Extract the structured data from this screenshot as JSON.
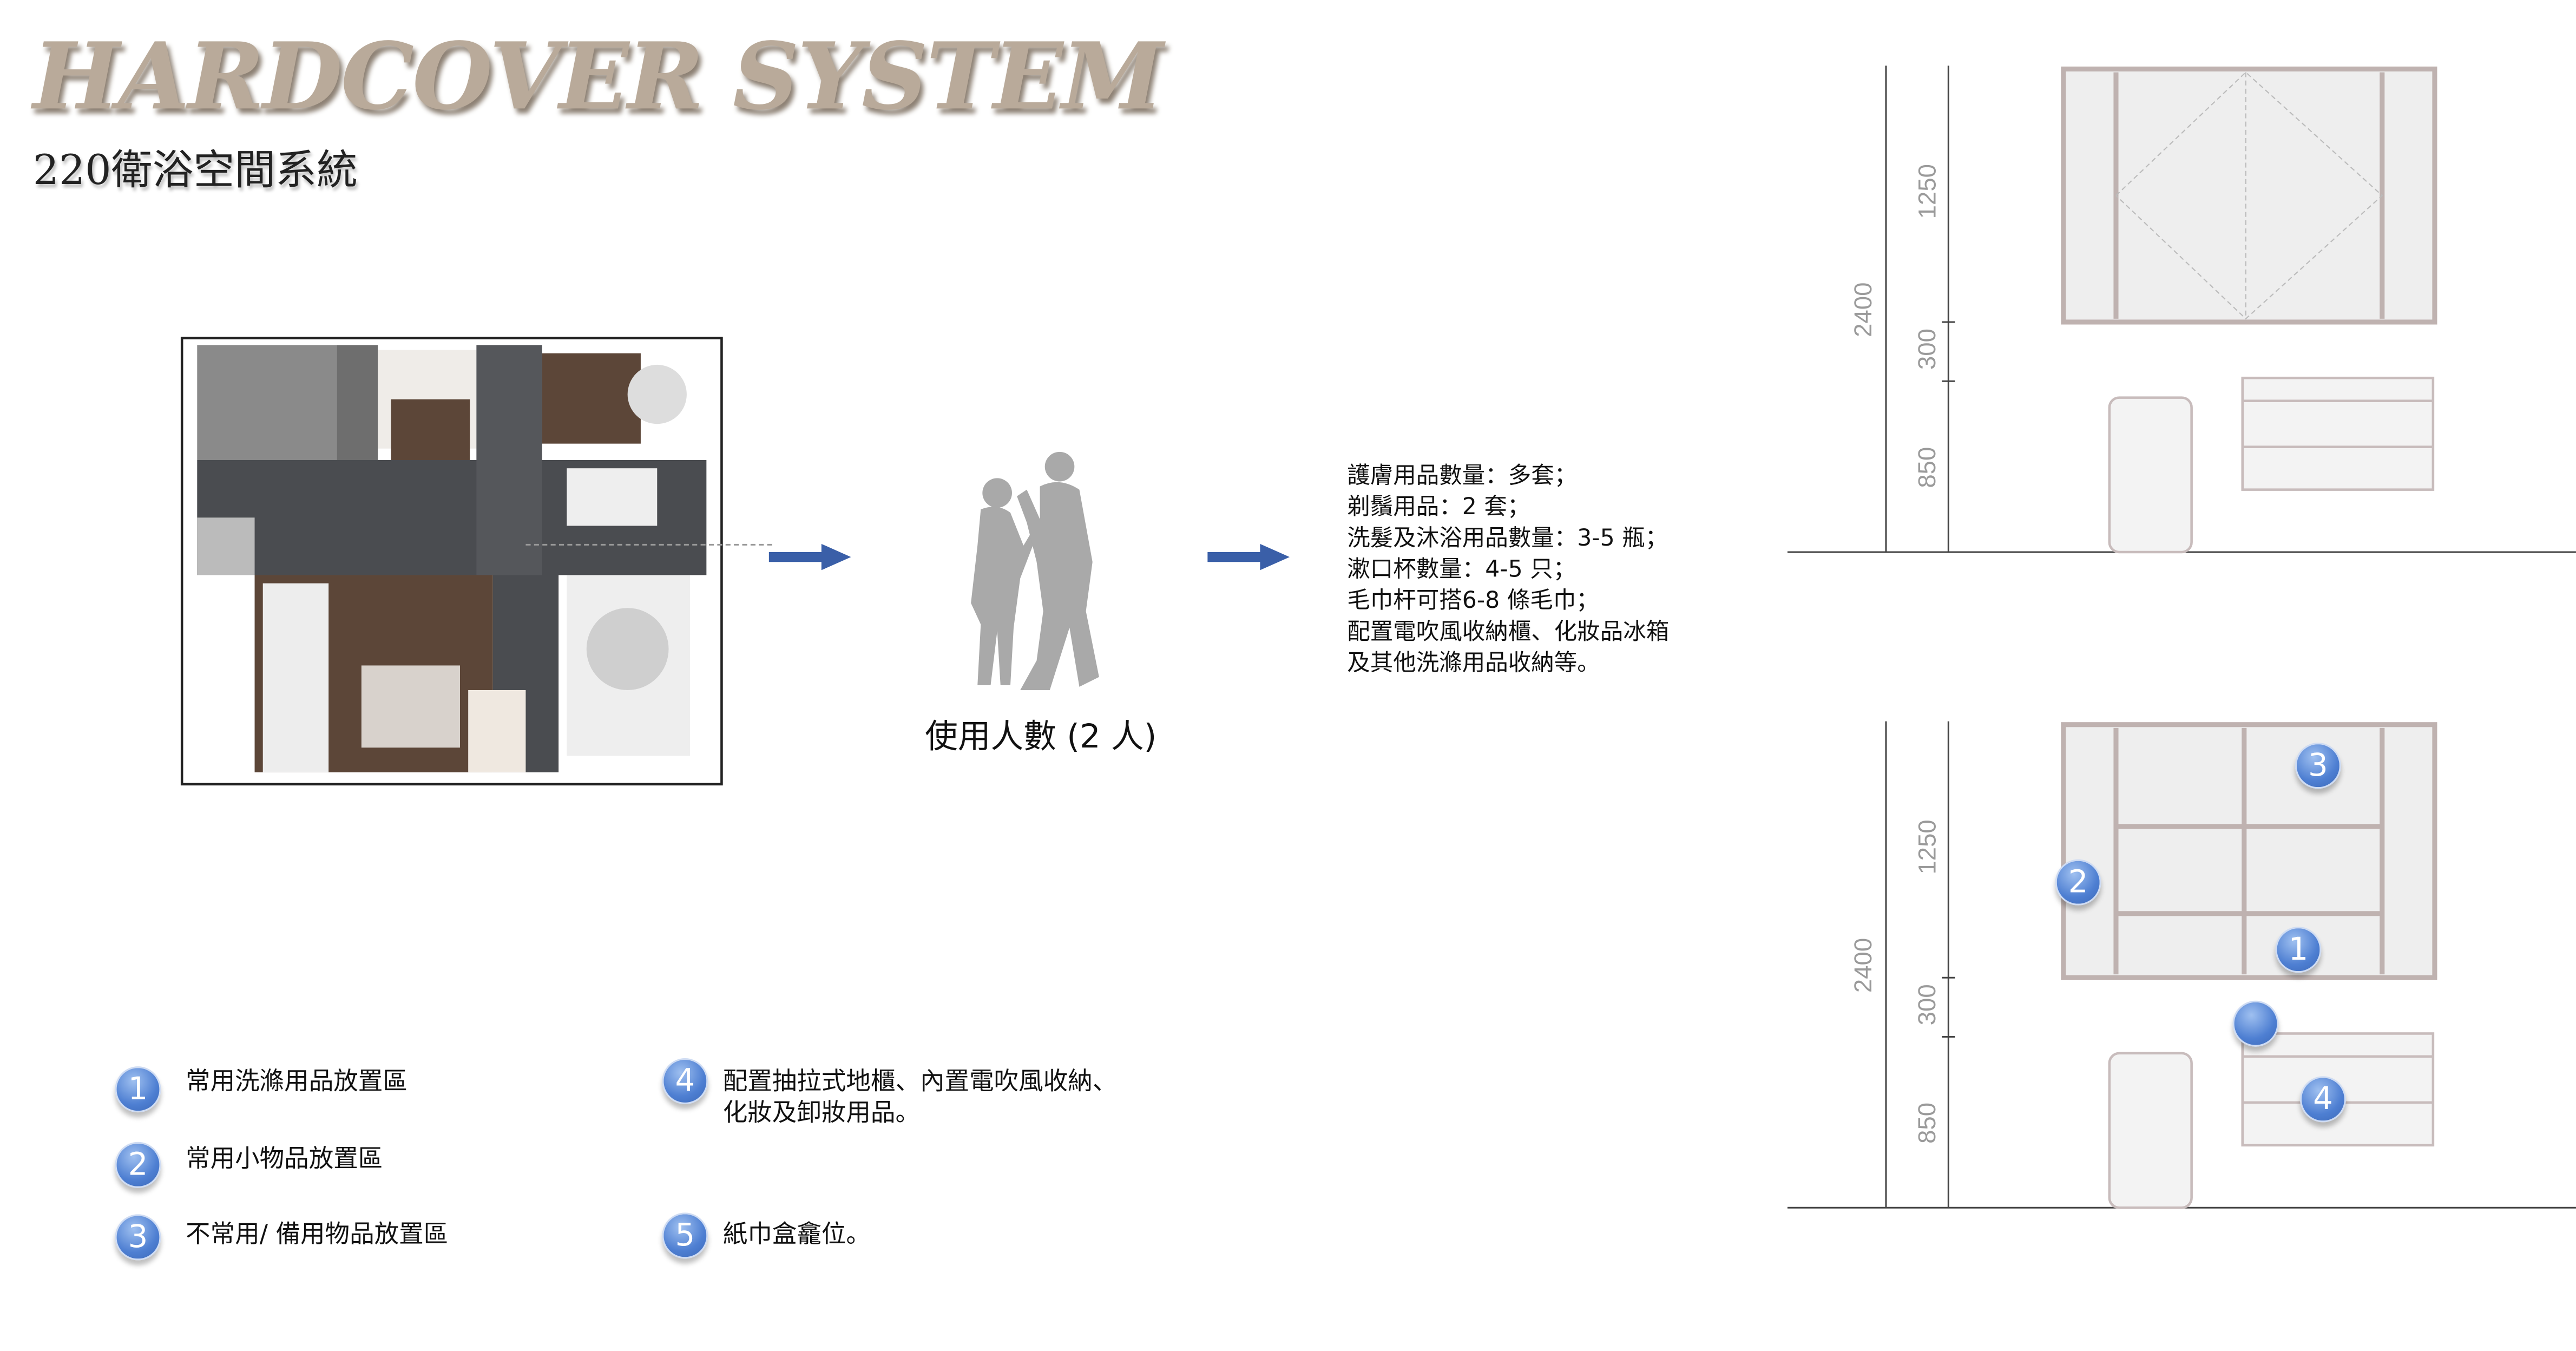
{
  "header": {
    "title": "HARDCOVER SYSTEM",
    "subtitle": "220衛浴空間系統"
  },
  "users": {
    "label": "使用人數  (2 人)"
  },
  "specs": [
    "護膚用品數量：多套；",
    "剃鬚用品：2 套；",
    "洗髮及沐浴用品數量：3-5 瓶；",
    "漱口杯數量：4-5 只；",
    "毛巾杆可搭6-8 條毛巾；",
    "配置電吹風收納櫃、化妝品冰箱",
    "及其他洗滌用品收納等。"
  ],
  "legend": [
    {
      "num": "1",
      "text": "常用洗滌用品放置區"
    },
    {
      "num": "2",
      "text": "常用小物品放置區"
    },
    {
      "num": "3",
      "text": "不常用/ 備用物品放置區"
    },
    {
      "num": "4",
      "text": "配置抽拉式地櫃、內置電吹風收納、",
      "text2": "化妝及卸妝用品。"
    },
    {
      "num": "5",
      "text": "紙巾盒龕位。"
    }
  ],
  "elevation": {
    "total": "2400",
    "upper": "1250",
    "gap": "300",
    "lower": "850"
  },
  "markers": [
    "3",
    "2",
    "1",
    "",
    "4"
  ],
  "colors": {
    "accent": "#4e7fd2",
    "arrow": "#3a5fa8",
    "title": "#b9aa9a"
  }
}
